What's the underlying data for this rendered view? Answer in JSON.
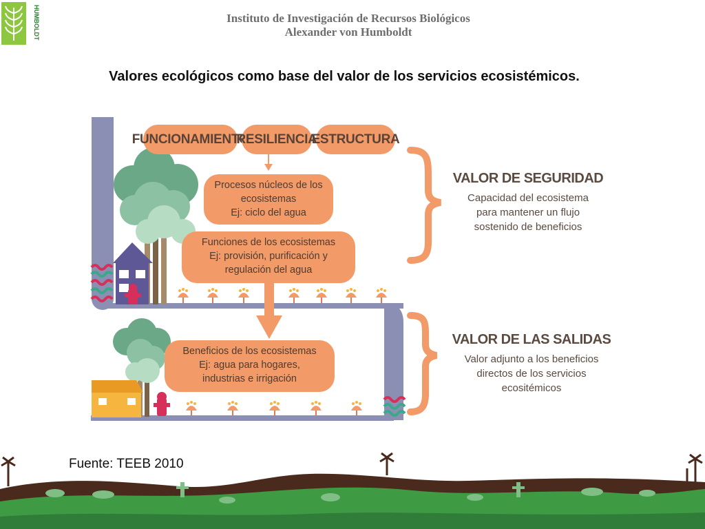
{
  "header": {
    "logo_text": "HUMBOLDT",
    "institute_line1": "Instituto de Investigación de Recursos Biológicos",
    "institute_line2": "Alexander von Humboldt"
  },
  "title": "Valores ecológicos como base del valor de los servicios ecosistémicos.",
  "diagram": {
    "top_pills": [
      "FUNCIONAMIENTO",
      "RESILIENCIA",
      "ESTRUCTURA"
    ],
    "processes": [
      "Procesos núcleos de los",
      "ecosistemas",
      "Ej: ciclo del agua"
    ],
    "functions": [
      "Funciones de los ecosistemas",
      "Ej: provisión, purificación y",
      "regulación del agua"
    ],
    "benefits": [
      "Beneficios de los ecosistemas",
      "Ej: agua para hogares,",
      "industrias e irrigación"
    ],
    "security_value": {
      "heading": "VALOR DE SEGURIDAD",
      "desc": [
        "Capacidad del ecosistema",
        "para mantener un flujo",
        "sostenido de beneficios"
      ]
    },
    "output_value": {
      "heading": "VALOR DE LAS SALIDAS",
      "desc": [
        "Valor adjunto a los beneficios",
        "directos de los servicios",
        "ecositémicos"
      ]
    },
    "colors": {
      "orange": "#f29a68",
      "pipe": "#8b8fb3",
      "tree_dark": "#6aa888",
      "tree_mid": "#8cc1a3",
      "tree_light": "#b6dcc4",
      "house_purple": "#5e5896",
      "house_yellow": "#f6b53e",
      "hydrant": "#d6305a"
    }
  },
  "source": "Fuente: TEEB 2010"
}
